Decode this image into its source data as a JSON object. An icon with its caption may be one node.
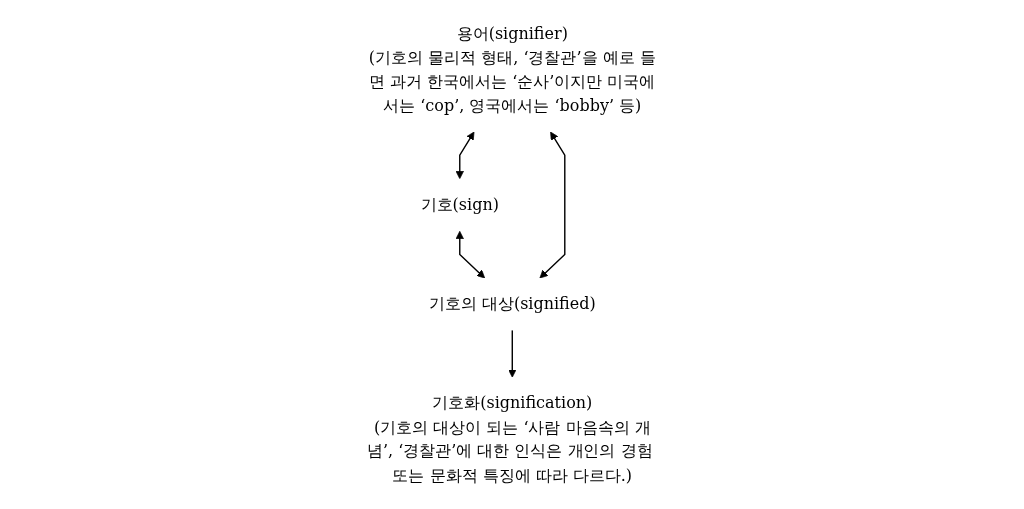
{
  "diagram": {
    "nodes": [
      {
        "text": [
          "기호(sign)"
        ]
      },
      {
        "text": [
          "용어(signifier)",
          "(기호의 물리적 형태, ‘경찰관’을 예로 들면 과거 한국에서는 ‘순사’이지만 미국에서는 ‘cop’, 영국에서는 ‘bobby’ 등)"
        ]
      },
      {
        "text": [
          "기호의 대상(signified)"
        ]
      },
      {
        "text": [
          "기호화(signification)",
          "(기호의 대상이 되는 ‘사람 마음속의 개념’, ‘경찰관’에 대한 인식은 개인의 경험 또는 문화적 특징에 따라 다르다.)"
        ]
      }
    ],
    "edges": [
      {
        "from": 1,
        "to": 0,
        "arrow": "both"
      },
      {
        "from": 0,
        "to": 2,
        "arrow": "both"
      },
      {
        "from": 1,
        "to": 2,
        "arrow": "both"
      },
      {
        "from": 2,
        "to": 3,
        "arrow": "to"
      }
    ]
  }
}
